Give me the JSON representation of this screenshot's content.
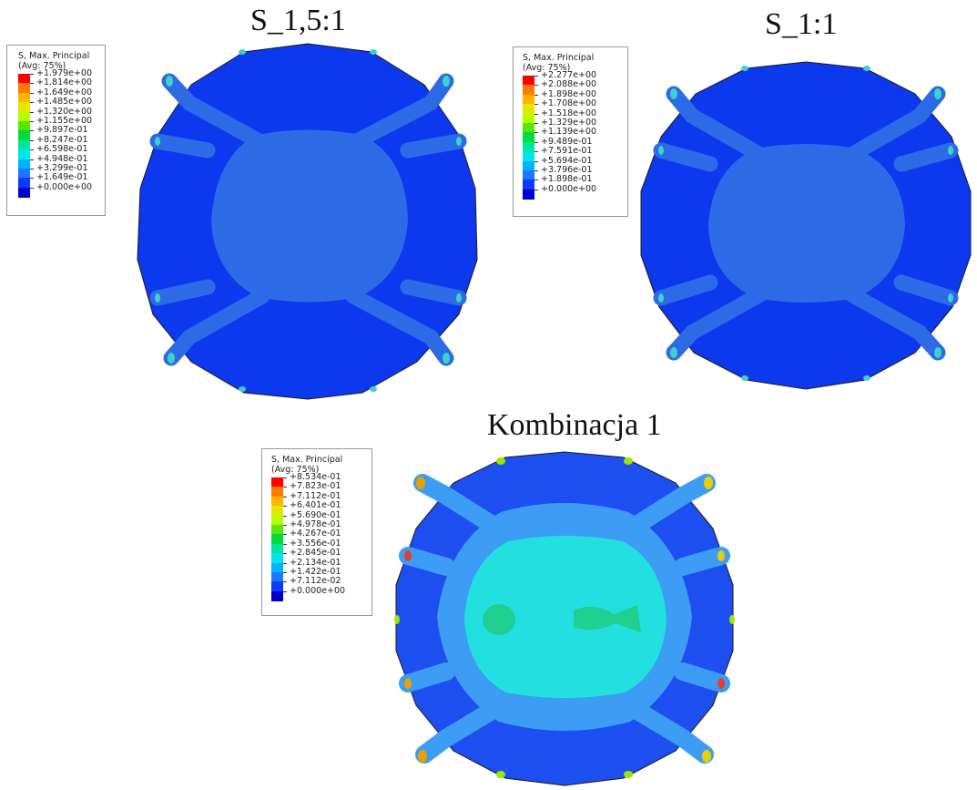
{
  "panels": [
    {
      "title": "S_1,5:1",
      "legend": {
        "header": "S, Max. Principal",
        "sub": "(Avg: 75%)",
        "values": [
          "+1.979e+00",
          "+1.814e+00",
          "+1.649e+00",
          "+1.485e+00",
          "+1.320e+00",
          "+1.155e+00",
          "+9.897e-01",
          "+8.247e-01",
          "+6.598e-01",
          "+4.948e-01",
          "+3.299e-01",
          "+1.649e-01",
          "+0.000e+00"
        ]
      }
    },
    {
      "title": "S_1:1",
      "legend": {
        "header": "S, Max. Principal",
        "sub": "(Avg: 75%)",
        "values": [
          "+2.277e+00",
          "+2.088e+00",
          "+1.898e+00",
          "+1.708e+00",
          "+1.518e+00",
          "+1.329e+00",
          "+1.139e+00",
          "+9.489e-01",
          "+7.591e-01",
          "+5.694e-01",
          "+3.796e-01",
          "+1.898e-01",
          "+0.000e+00"
        ]
      }
    },
    {
      "title": "Kombinacja 1",
      "legend": {
        "header": "S, Max. Principal",
        "sub": "(Avg: 75%)",
        "values": [
          "+8.534e-01",
          "+7.823e-01",
          "+7.112e-01",
          "+6.401e-01",
          "+5.690e-01",
          "+4.978e-01",
          "+4.267e-01",
          "+3.556e-01",
          "+2.845e-01",
          "+2.134e-01",
          "+1.422e-01",
          "+7.112e-02",
          "+0.000e+00"
        ]
      }
    }
  ],
  "colormap": [
    "#ff0000",
    "#ff7a00",
    "#ffb400",
    "#e6e600",
    "#b4ff00",
    "#5ae600",
    "#00dc3c",
    "#00e6a0",
    "#00e6e6",
    "#00b4ff",
    "#1e78ff",
    "#0a3cff",
    "#0000cd"
  ]
}
